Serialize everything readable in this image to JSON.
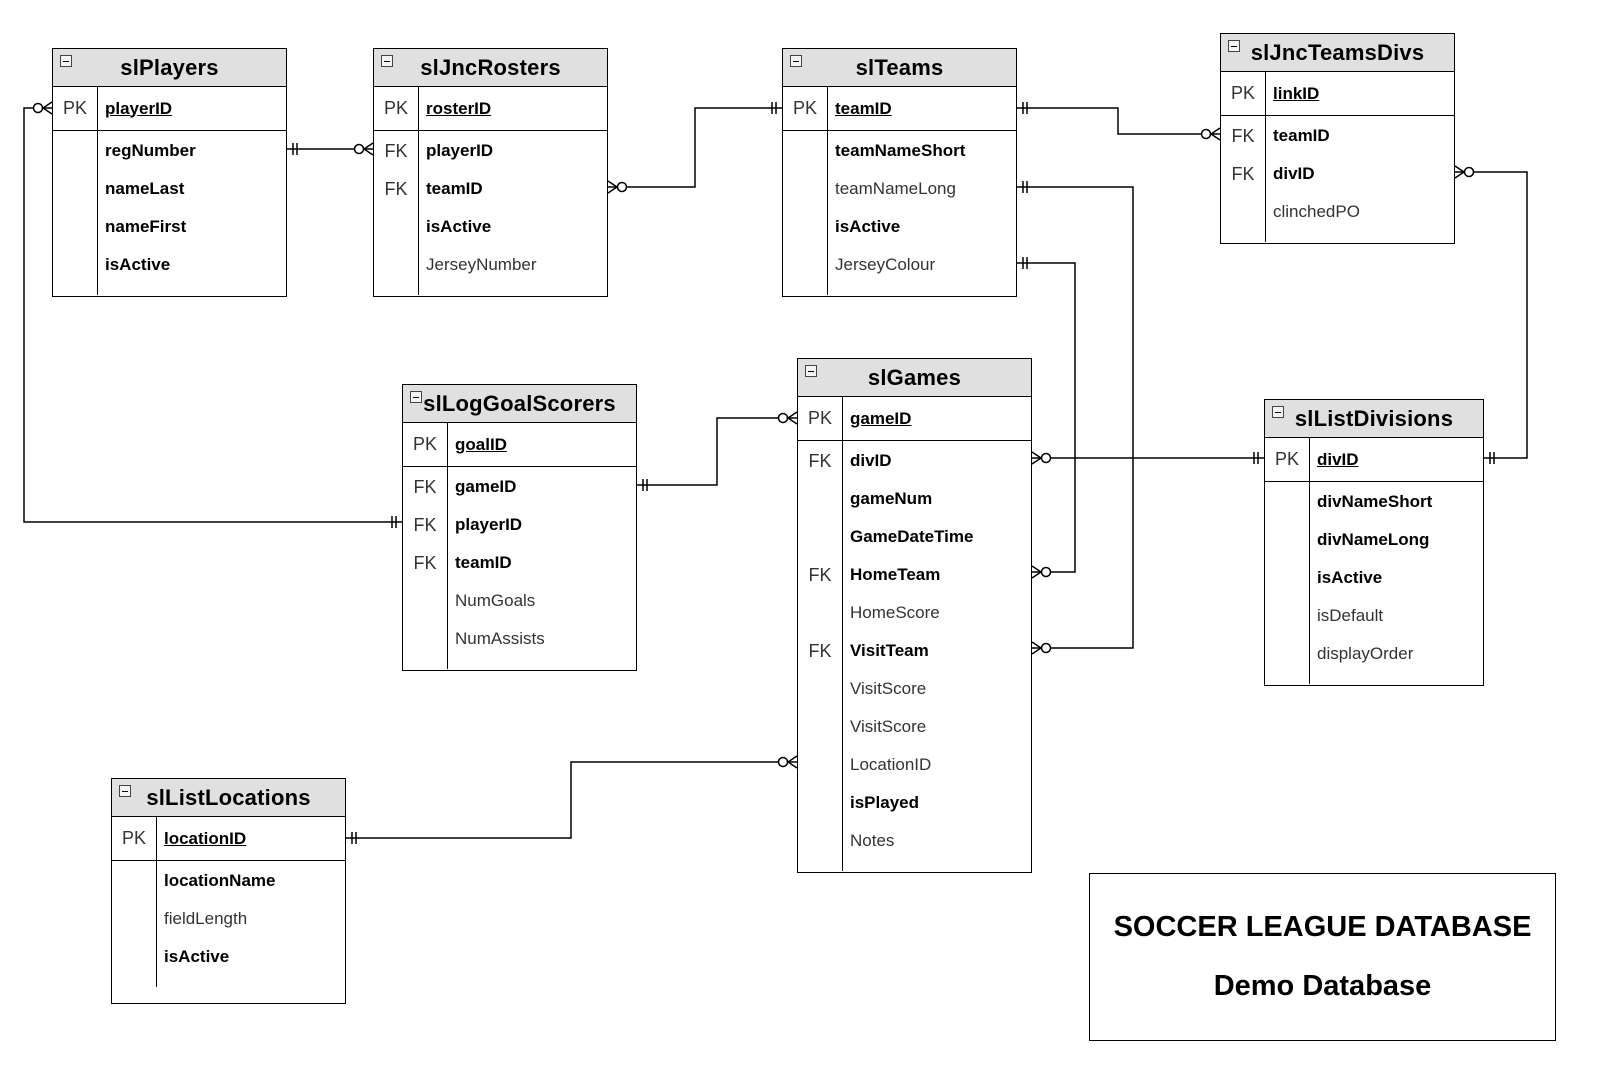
{
  "title_box": {
    "line1": "SOCCER LEAGUE DATABASE",
    "line2": "Demo Database"
  },
  "colors": {
    "header_fill": "#e0e0e0",
    "border": "#000000",
    "line": "#000000"
  },
  "entities": {
    "slPlayers": {
      "name": "slPlayers",
      "pk": {
        "key": "PK",
        "name": "playerID"
      },
      "attrs": [
        {
          "key": "",
          "name": "regNumber",
          "bold": true
        },
        {
          "key": "",
          "name": "nameLast",
          "bold": true
        },
        {
          "key": "",
          "name": "nameFirst",
          "bold": true
        },
        {
          "key": "",
          "name": "isActive",
          "bold": true
        }
      ]
    },
    "slJncRosters": {
      "name": "slJncRosters",
      "pk": {
        "key": "PK",
        "name": "rosterID"
      },
      "attrs": [
        {
          "key": "FK",
          "name": "playerID",
          "bold": true
        },
        {
          "key": "FK",
          "name": "teamID",
          "bold": true
        },
        {
          "key": "",
          "name": "isActive",
          "bold": true
        },
        {
          "key": "",
          "name": "JerseyNumber",
          "bold": false
        }
      ]
    },
    "slTeams": {
      "name": "slTeams",
      "pk": {
        "key": "PK",
        "name": "teamID"
      },
      "attrs": [
        {
          "key": "",
          "name": "teamNameShort",
          "bold": true
        },
        {
          "key": "",
          "name": "teamNameLong",
          "bold": false
        },
        {
          "key": "",
          "name": "isActive",
          "bold": true
        },
        {
          "key": "",
          "name": "JerseyColour",
          "bold": false
        }
      ]
    },
    "slJncTeamsDivs": {
      "name": "slJncTeamsDivs",
      "pk": {
        "key": "PK",
        "name": "linkID"
      },
      "attrs": [
        {
          "key": "FK",
          "name": "teamID",
          "bold": true
        },
        {
          "key": "FK",
          "name": "divID",
          "bold": true
        },
        {
          "key": "",
          "name": "clinchedPO",
          "bold": false
        }
      ]
    },
    "slLogGoalScorers": {
      "name": "slLogGoalScorers",
      "pk": {
        "key": "PK",
        "name": "goalID"
      },
      "attrs": [
        {
          "key": "FK",
          "name": "gameID",
          "bold": true
        },
        {
          "key": "FK",
          "name": "playerID",
          "bold": true
        },
        {
          "key": "FK",
          "name": "teamID",
          "bold": true
        },
        {
          "key": "",
          "name": "NumGoals",
          "bold": false
        },
        {
          "key": "",
          "name": "NumAssists",
          "bold": false
        }
      ]
    },
    "slGames": {
      "name": "slGames",
      "pk": {
        "key": "PK",
        "name": "gameID"
      },
      "attrs": [
        {
          "key": "FK",
          "name": "divID",
          "bold": true
        },
        {
          "key": "",
          "name": "gameNum",
          "bold": true
        },
        {
          "key": "",
          "name": "GameDateTime",
          "bold": true
        },
        {
          "key": "FK",
          "name": "HomeTeam",
          "bold": true
        },
        {
          "key": "",
          "name": "HomeScore",
          "bold": false
        },
        {
          "key": "FK",
          "name": "VisitTeam",
          "bold": true
        },
        {
          "key": "",
          "name": "VisitScore",
          "bold": false
        },
        {
          "key": "",
          "name": "VisitScore",
          "bold": false
        },
        {
          "key": "",
          "name": "LocationID",
          "bold": false
        },
        {
          "key": "",
          "name": "isPlayed",
          "bold": true
        },
        {
          "key": "",
          "name": "Notes",
          "bold": false
        }
      ]
    },
    "slListDivisions": {
      "name": "slListDivisions",
      "pk": {
        "key": "PK",
        "name": "divID"
      },
      "attrs": [
        {
          "key": "",
          "name": "divNameShort",
          "bold": true
        },
        {
          "key": "",
          "name": "divNameLong",
          "bold": true
        },
        {
          "key": "",
          "name": "isActive",
          "bold": true
        },
        {
          "key": "",
          "name": "isDefault",
          "bold": false
        },
        {
          "key": "",
          "name": "displayOrder",
          "bold": false
        }
      ]
    },
    "slListLocations": {
      "name": "slListLocations",
      "pk": {
        "key": "PK",
        "name": "locationID"
      },
      "attrs": [
        {
          "key": "",
          "name": "locationName",
          "bold": true
        },
        {
          "key": "",
          "name": "fieldLength",
          "bold": false
        },
        {
          "key": "",
          "name": "isActive",
          "bold": true
        }
      ]
    }
  },
  "relationships": [
    {
      "from": "slPlayers.playerID",
      "from_card": "zero-or-many",
      "to": "slLogGoalScorers.playerID",
      "to_card": "one-and-only-one"
    },
    {
      "from": "slPlayers.regNumber",
      "from_card": "one-and-only-one",
      "to": "slJncRosters.playerID",
      "to_card": "zero-or-many"
    },
    {
      "from": "slJncRosters.teamID",
      "from_card": "zero-or-many",
      "to": "slTeams.teamID",
      "to_card": "one-and-only-one"
    },
    {
      "from": "slTeams.teamID",
      "from_card": "one-and-only-one",
      "to": "slJncTeamsDivs.teamID",
      "to_card": "zero-or-many"
    },
    {
      "from": "slTeams.teamNameLong",
      "from_card": "one-and-only-one",
      "to": "slGames.VisitTeam",
      "to_card": "zero-or-many"
    },
    {
      "from": "slTeams.JerseyColour",
      "from_card": "one-and-only-one",
      "to": "slGames.HomeTeam",
      "to_card": "zero-or-many"
    },
    {
      "from": "slJncTeamsDivs.divID",
      "from_card": "zero-or-many",
      "to": "slListDivisions.divID",
      "to_card": "one-and-only-one"
    },
    {
      "from": "slLogGoalScorers.gameID",
      "from_card": "one-and-only-one",
      "to": "slGames.gameID",
      "to_card": "zero-or-many"
    },
    {
      "from": "slGames.divID",
      "from_card": "zero-or-many",
      "to": "slListDivisions.divID",
      "to_card": "one-and-only-one"
    },
    {
      "from": "slListLocations.locationID",
      "from_card": "one-and-only-one",
      "to": "slGames.LocationID",
      "to_card": "zero-or-many"
    }
  ]
}
